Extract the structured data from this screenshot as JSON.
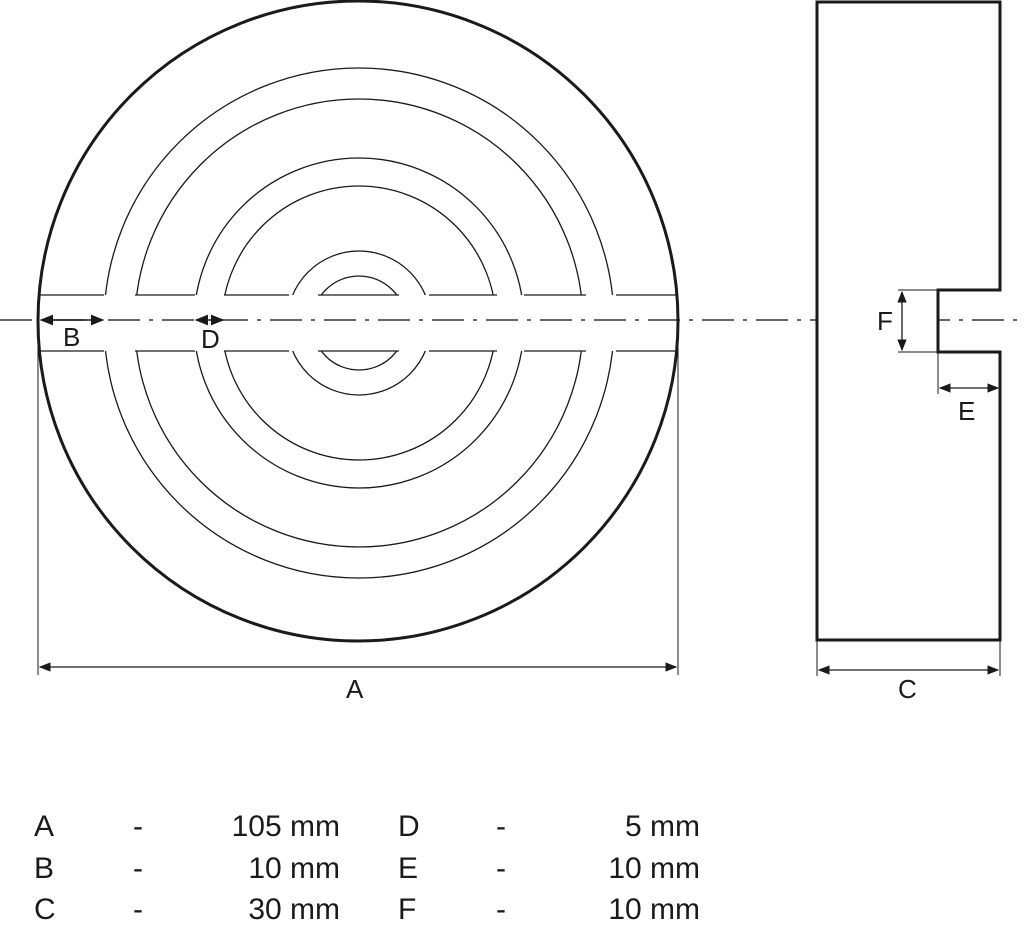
{
  "labels": {
    "A": "A",
    "B": "B",
    "C": "C",
    "D": "D",
    "E": "E",
    "F": "F"
  },
  "dimensions": [
    {
      "left_key": "A",
      "left_sep": "-",
      "left_value": "105 mm",
      "right_key": "D",
      "right_sep": "-",
      "right_value": "5 mm"
    },
    {
      "left_key": "B",
      "left_sep": "-",
      "left_value": "10 mm",
      "right_key": "E",
      "right_sep": "-",
      "right_value": "10 mm"
    },
    {
      "left_key": "C",
      "left_sep": "-",
      "left_value": "30 mm",
      "right_key": "F",
      "right_sep": "-",
      "right_value": "10 mm"
    }
  ]
}
